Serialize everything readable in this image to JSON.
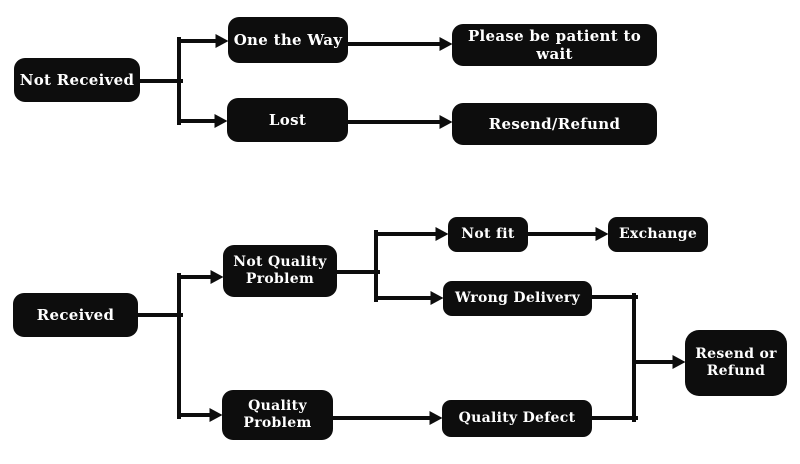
{
  "diagram": {
    "type": "flowchart",
    "background_color": "#ffffff",
    "node_fill_color": "#0d0d0d",
    "node_text_color": "#ffffff",
    "connector_color": "#0d0d0d",
    "nodes": {
      "not_received": {
        "label": "Not Received"
      },
      "one_the_way": {
        "label": "One the Way"
      },
      "lost": {
        "label": "Lost"
      },
      "please_wait": {
        "label": "Please be patient to wait"
      },
      "resend_refund": {
        "label": "Resend/Refund"
      },
      "received": {
        "label": "Received"
      },
      "not_quality_problem": {
        "label": "Not Quality\nProblem"
      },
      "quality_problem": {
        "label": "Quality\nProblem"
      },
      "not_fit": {
        "label": "Not fit"
      },
      "exchange": {
        "label": "Exchange"
      },
      "wrong_delivery": {
        "label": "Wrong Delivery"
      },
      "quality_defect": {
        "label": "Quality Defect"
      },
      "resend_or_refund": {
        "label": "Resend or\nRefund"
      }
    },
    "edges": [
      {
        "from": "not_received",
        "to": "one_the_way"
      },
      {
        "from": "not_received",
        "to": "lost"
      },
      {
        "from": "one_the_way",
        "to": "please_wait"
      },
      {
        "from": "lost",
        "to": "resend_refund"
      },
      {
        "from": "received",
        "to": "not_quality_problem"
      },
      {
        "from": "received",
        "to": "quality_problem"
      },
      {
        "from": "not_quality_problem",
        "to": "not_fit"
      },
      {
        "from": "not_quality_problem",
        "to": "wrong_delivery"
      },
      {
        "from": "not_fit",
        "to": "exchange"
      },
      {
        "from": "wrong_delivery",
        "to": "resend_or_refund"
      },
      {
        "from": "quality_problem",
        "to": "quality_defect"
      },
      {
        "from": "quality_defect",
        "to": "resend_or_refund"
      }
    ]
  }
}
